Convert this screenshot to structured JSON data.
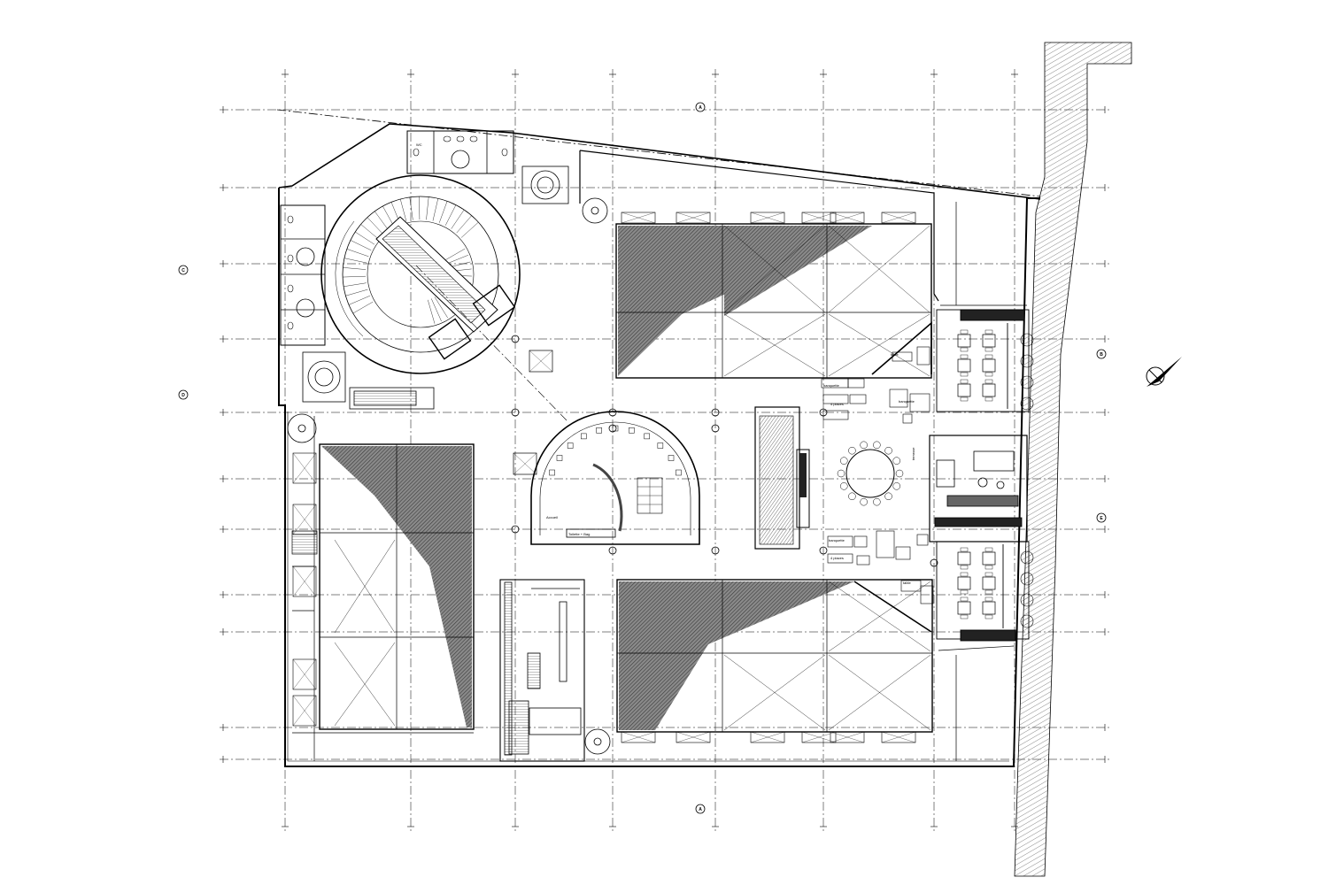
{
  "title": "",
  "grid_marks": {
    "top": "A",
    "bottom": "A",
    "left_upper": "C",
    "left_lower": "D",
    "right_upper": "B",
    "right_lower": "E"
  },
  "room_labels": {
    "toilets_label": "WC",
    "terrace_label": "terrasse",
    "bench_label": "banquette",
    "table_label": "table",
    "kiosk_label": "Toilette + Bag",
    "desk_label": "Accueil",
    "seats_label": "4 places"
  },
  "colors": {
    "line": "#000000",
    "hatch": "#555555",
    "wall_fill": "#bdbdbd"
  }
}
